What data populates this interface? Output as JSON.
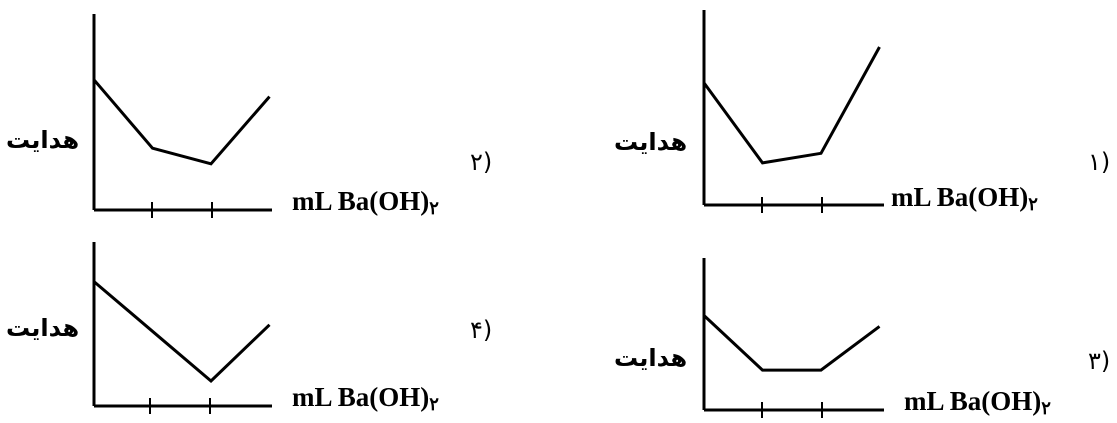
{
  "axis_text": "هدایت",
  "xlabel_main": "mL Ba(OH)",
  "xlabel_sub": "۲",
  "panels": [
    {
      "option": "۱)",
      "chart_data": {
        "type": "line",
        "x": [
          0,
          1,
          2,
          3
        ],
        "y": [
          0.74,
          0.16,
          0.23,
          1.0
        ]
      }
    },
    {
      "option": "۲)",
      "chart_data": {
        "type": "line",
        "x": [
          0,
          1,
          2,
          3
        ],
        "y": [
          0.86,
          0.29,
          0.16,
          0.72
        ]
      }
    },
    {
      "option": "۳)",
      "chart_data": {
        "type": "line",
        "x": [
          0,
          1,
          2,
          3
        ],
        "y": [
          0.84,
          0.14,
          0.14,
          0.7
        ]
      }
    },
    {
      "option": "۴)",
      "chart_data": {
        "type": "line",
        "x": [
          0,
          1,
          2,
          3
        ],
        "y": [
          0.92,
          0.46,
          0.0,
          0.52
        ]
      }
    }
  ],
  "colors": {
    "line": "#000000",
    "background": "#ffffff"
  }
}
